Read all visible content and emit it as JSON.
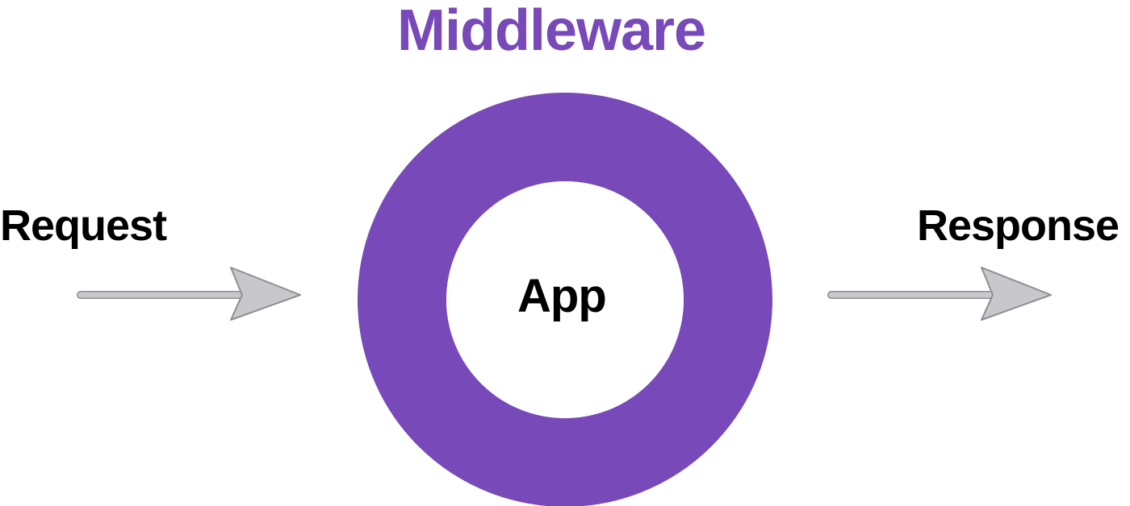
{
  "title": "Middleware",
  "input_label": "Request",
  "output_label": "Response",
  "center_label": "App",
  "colors": {
    "ring": "#7849b8",
    "arrow": "#c8c8cc",
    "text": "#000000",
    "background": "#ffffff"
  }
}
